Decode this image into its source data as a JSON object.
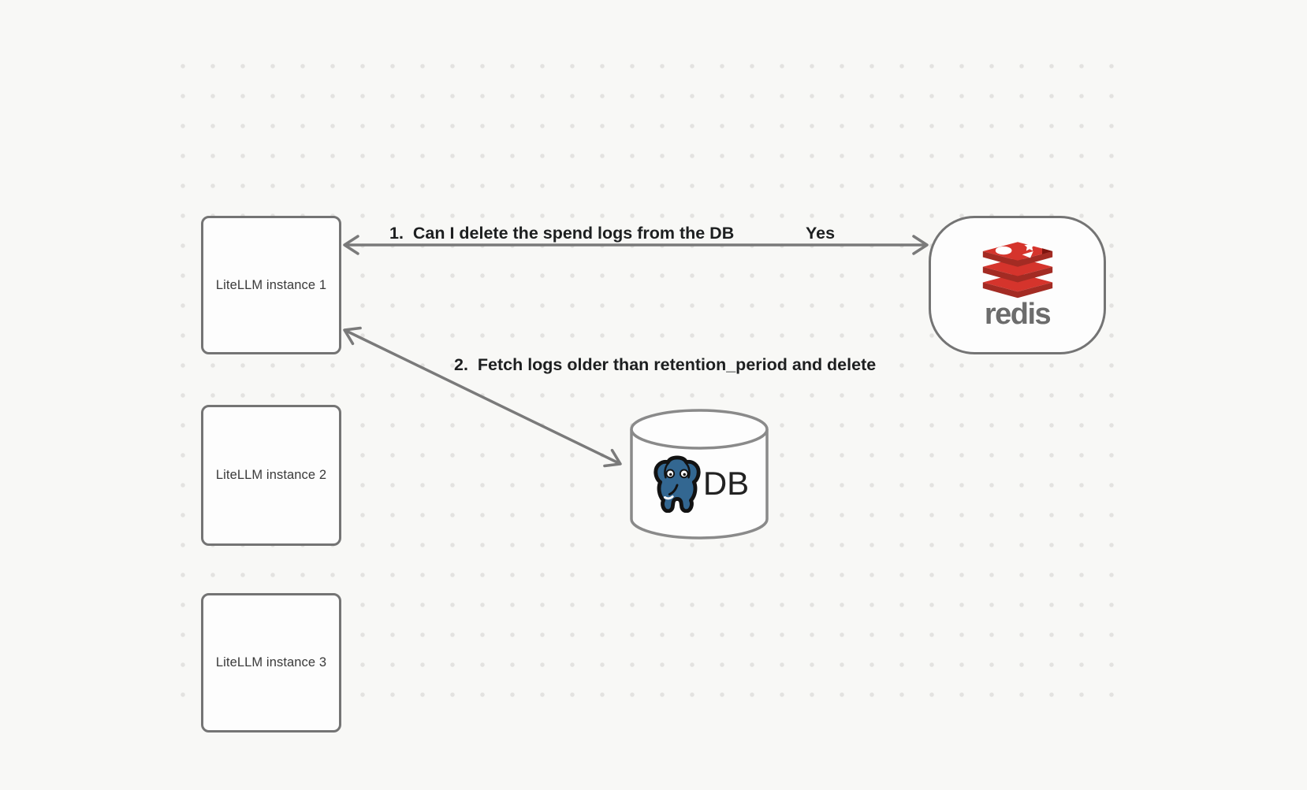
{
  "diagram": {
    "nodes": {
      "instance1": {
        "label": "LiteLLM instance 1"
      },
      "instance2": {
        "label": "LiteLLM instance 2"
      },
      "instance3": {
        "label": "LiteLLM instance 3"
      },
      "redis": {
        "wordmark": "redis",
        "logo_icon": "redis-stack-logo"
      },
      "db": {
        "label": "DB",
        "logo_icon": "postgresql-elephant-logo"
      }
    },
    "edges": {
      "edge1": {
        "label": "1.  Can I delete the spend logs from the DB",
        "response": "Yes",
        "from": "redis",
        "to": "instance1",
        "style": "double-arrow"
      },
      "edge2": {
        "label": "2.  Fetch logs older than retention_period and delete",
        "from": "instance1",
        "to": "db",
        "style": "double-arrow"
      }
    },
    "colors": {
      "background": "#f8f8f6",
      "dot": "#e3e2e0",
      "node_border": "#747474",
      "node_fill": "#fdfdfd",
      "edge_stroke": "#7a7a7a",
      "label_text": "#1d1f20",
      "redis_red": "#d5342c",
      "redis_dark_red": "#a32b23",
      "postgres_blue": "#336791"
    }
  }
}
